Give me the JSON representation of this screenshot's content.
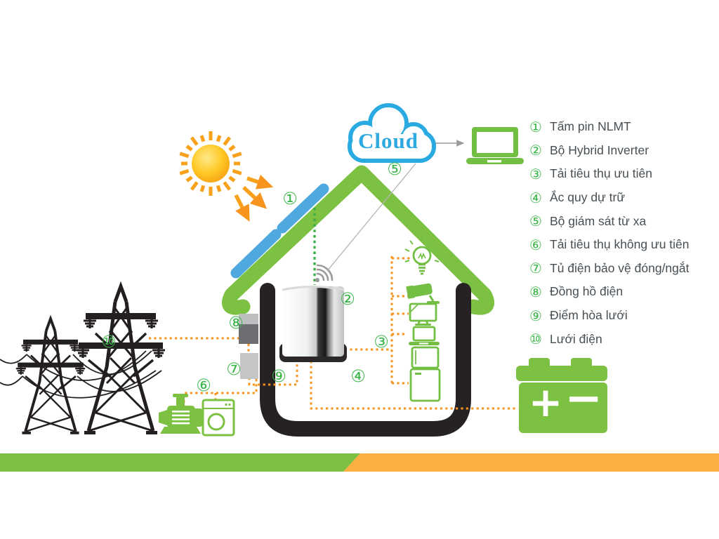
{
  "cloud": {
    "label": "Cloud"
  },
  "legend": {
    "items": [
      {
        "num": "①",
        "label": "Tấm pin NLMT"
      },
      {
        "num": "②",
        "label": "Bộ Hybrid Inverter"
      },
      {
        "num": "③",
        "label": "Tải tiêu thụ ưu tiên"
      },
      {
        "num": "④",
        "label": "Ắc quy dự trữ"
      },
      {
        "num": "⑤",
        "label": "Bộ giám sát từ xa"
      },
      {
        "num": "⑥",
        "label": "Tải tiêu thụ không ưu tiên"
      },
      {
        "num": "⑦",
        "label": "Tủ điện bảo vệ đóng/ngắt"
      },
      {
        "num": "⑧",
        "label": "Đồng hồ điện"
      },
      {
        "num": "⑨",
        "label": "Điểm hòa lưới"
      },
      {
        "num": "⑩",
        "label": "Lưới điện"
      }
    ]
  },
  "markers": {
    "m1": "①",
    "m2": "②",
    "m3": "③",
    "m4": "④",
    "m5": "⑤",
    "m6": "⑥",
    "m7": "⑦",
    "m8": "⑧",
    "m9": "⑨",
    "m10": "⑩"
  },
  "battery": {
    "positive": "+",
    "negative": "−"
  },
  "icons": {
    "sun": "sun-icon",
    "solar_panel": "solar-panel-icon",
    "house": "house-outline",
    "inverter": "hybrid-inverter-icon",
    "wifi": "wifi-icon",
    "cloud": "cloud-icon",
    "laptop": "laptop-icon",
    "bulb": "light-bulb-icon",
    "camera": "cctv-camera-icon",
    "monitor": "monitor-icon",
    "notebook": "notebook-icon",
    "fridge": "refrigerator-icon",
    "battery": "battery-icon",
    "pump": "water-pump-icon",
    "washer": "washing-machine-icon",
    "meter": "electric-meter-icon",
    "breaker": "breaker-box-icon",
    "pylon": "power-pylon-icon"
  },
  "colors": {
    "green": "#7CC142",
    "badge_green": "#3BB54A",
    "panel_blue": "#4FA8DE",
    "cloud_blue": "#29ABE2",
    "orange": "#F7941D",
    "orange_band": "#FBAE42",
    "black": "#231F20",
    "text": "#474F54"
  }
}
